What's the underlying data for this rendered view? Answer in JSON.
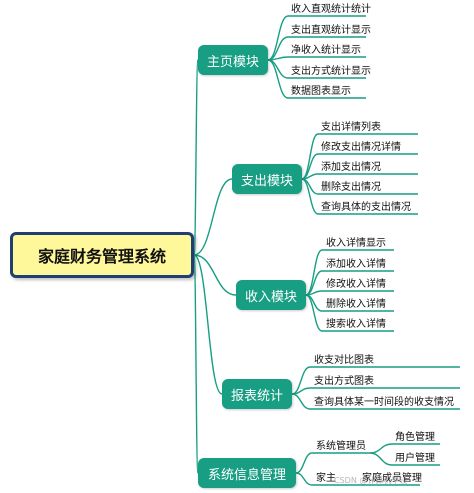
{
  "colors": {
    "module_fill": "#179e83",
    "branch_line": "#179e83",
    "root_fill": "#fff89a",
    "root_border": "#1f3f73"
  },
  "root": {
    "label": "家庭财务管理系统"
  },
  "modules": [
    {
      "label": "主页模块",
      "items": [
        "收入直观统计统计",
        "支出直观统计显示",
        "净收入统计显示",
        "支出方式统计显示",
        "数据图表显示"
      ]
    },
    {
      "label": "支出模块",
      "items": [
        "支出详情列表",
        "修改支出情况详情",
        "添加支出情况",
        "删除支出情况",
        "查询具体的支出情况"
      ]
    },
    {
      "label": "收入模块",
      "items": [
        "收入详情显示",
        "添加收入详情",
        "修改收入详情",
        "删除收入详情",
        "搜索收入详情"
      ]
    },
    {
      "label": "报表统计",
      "items": [
        "收支对比图表",
        "支出方式图表",
        "查询具体某一时间段的收支情况"
      ]
    },
    {
      "label": "系统信息管理",
      "items": [
        "系统管理员",
        "家主"
      ]
    }
  ],
  "sub_items": {
    "admin": [
      "角色管理",
      "用户管理"
    ],
    "owner": [
      "家庭成员管理"
    ]
  },
  "watermark": "CSDN @计算机毕设"
}
